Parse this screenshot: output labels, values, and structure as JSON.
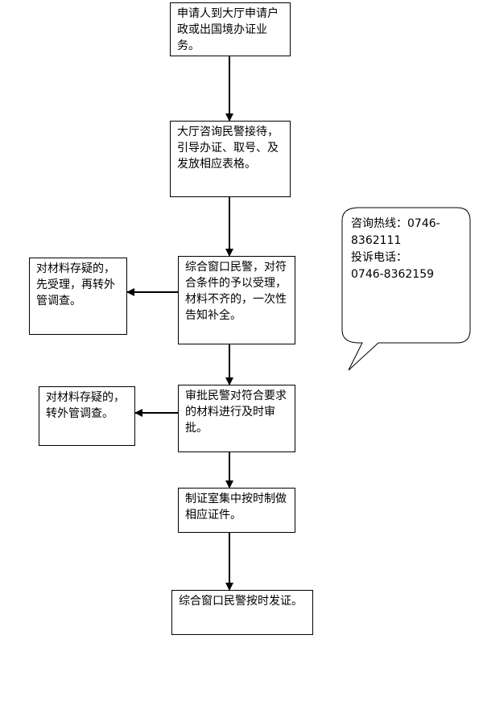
{
  "steps": [
    {
      "text": "申请人到大厅申请户政或出国境办证业务。"
    },
    {
      "text": "大厅咨询民警接待，引导办证、取号、及发放相应表格。"
    },
    {
      "text": "综合窗口民警，对符合条件的予以受理，材料不齐的，一次性告知补全。"
    },
    {
      "text": "审批民警对符合要求的材料进行及时审批。"
    },
    {
      "text": "制证室集中按时制做相应证件。"
    },
    {
      "text": "综合窗口民警按时发证。"
    }
  ],
  "side_notes": [
    {
      "text": "对材料存疑的，先受理，再转外管调查。"
    },
    {
      "text": "对材料存疑的，转外管调查。"
    }
  ],
  "callout": {
    "hotline_label": "咨询热线：",
    "hotline_number": "0746-8362111",
    "complaint_label": "投诉电话：",
    "complaint_number": "0746-8362159"
  }
}
